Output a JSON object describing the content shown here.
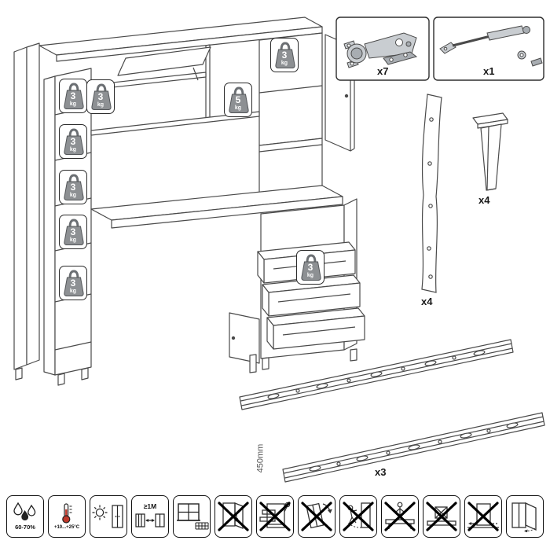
{
  "badges": [
    {
      "value": "3",
      "unit": "kg"
    },
    {
      "value": "3",
      "unit": "kg"
    },
    {
      "value": "3",
      "unit": "kg"
    },
    {
      "value": "3",
      "unit": "kg"
    },
    {
      "value": "3",
      "unit": "kg"
    },
    {
      "value": "3",
      "unit": "kg"
    },
    {
      "value": "5",
      "unit": "kg"
    },
    {
      "value": "3",
      "unit": "kg"
    },
    {
      "value": "3",
      "unit": "kg"
    }
  ],
  "hardware": {
    "hinge": {
      "name": "concealed-hinge",
      "qty_label": "x7"
    },
    "lid_stay": {
      "name": "lid-stay-damper",
      "qty_label": "x1"
    },
    "trim_panel": {
      "name": "side-trim-panel",
      "qty_label": "x4"
    },
    "leg": {
      "name": "furniture-leg",
      "qty_label": "x4"
    },
    "drawer_slide": {
      "name": "drawer-slide",
      "qty_label": "x3",
      "length_label": "450mm"
    }
  },
  "care_icons": [
    {
      "name": "humidity-range",
      "label": "60-70%"
    },
    {
      "name": "temperature-range",
      "label": "+10...+25°C"
    },
    {
      "name": "avoid-direct-sunlight",
      "label": ""
    },
    {
      "name": "keep-distance-from-heat",
      "label": "≥1M"
    },
    {
      "name": "ventilated-room",
      "label": ""
    },
    {
      "name": "no-hanging-on-doors",
      "label": ""
    },
    {
      "name": "no-climbing-on-drawers",
      "label": ""
    },
    {
      "name": "no-tipping",
      "label": ""
    },
    {
      "name": "no-slamming-doors",
      "label": ""
    },
    {
      "name": "no-standing-on-top",
      "label": ""
    },
    {
      "name": "no-heavy-objects-on-top",
      "label": ""
    },
    {
      "name": "no-dragging",
      "label": ""
    },
    {
      "name": "open-doors-gently",
      "label": ""
    }
  ],
  "colors": {
    "line": "#4a4a4a",
    "weight_fill": "#8d9093",
    "thermometer_bulb": "#c0392b"
  }
}
